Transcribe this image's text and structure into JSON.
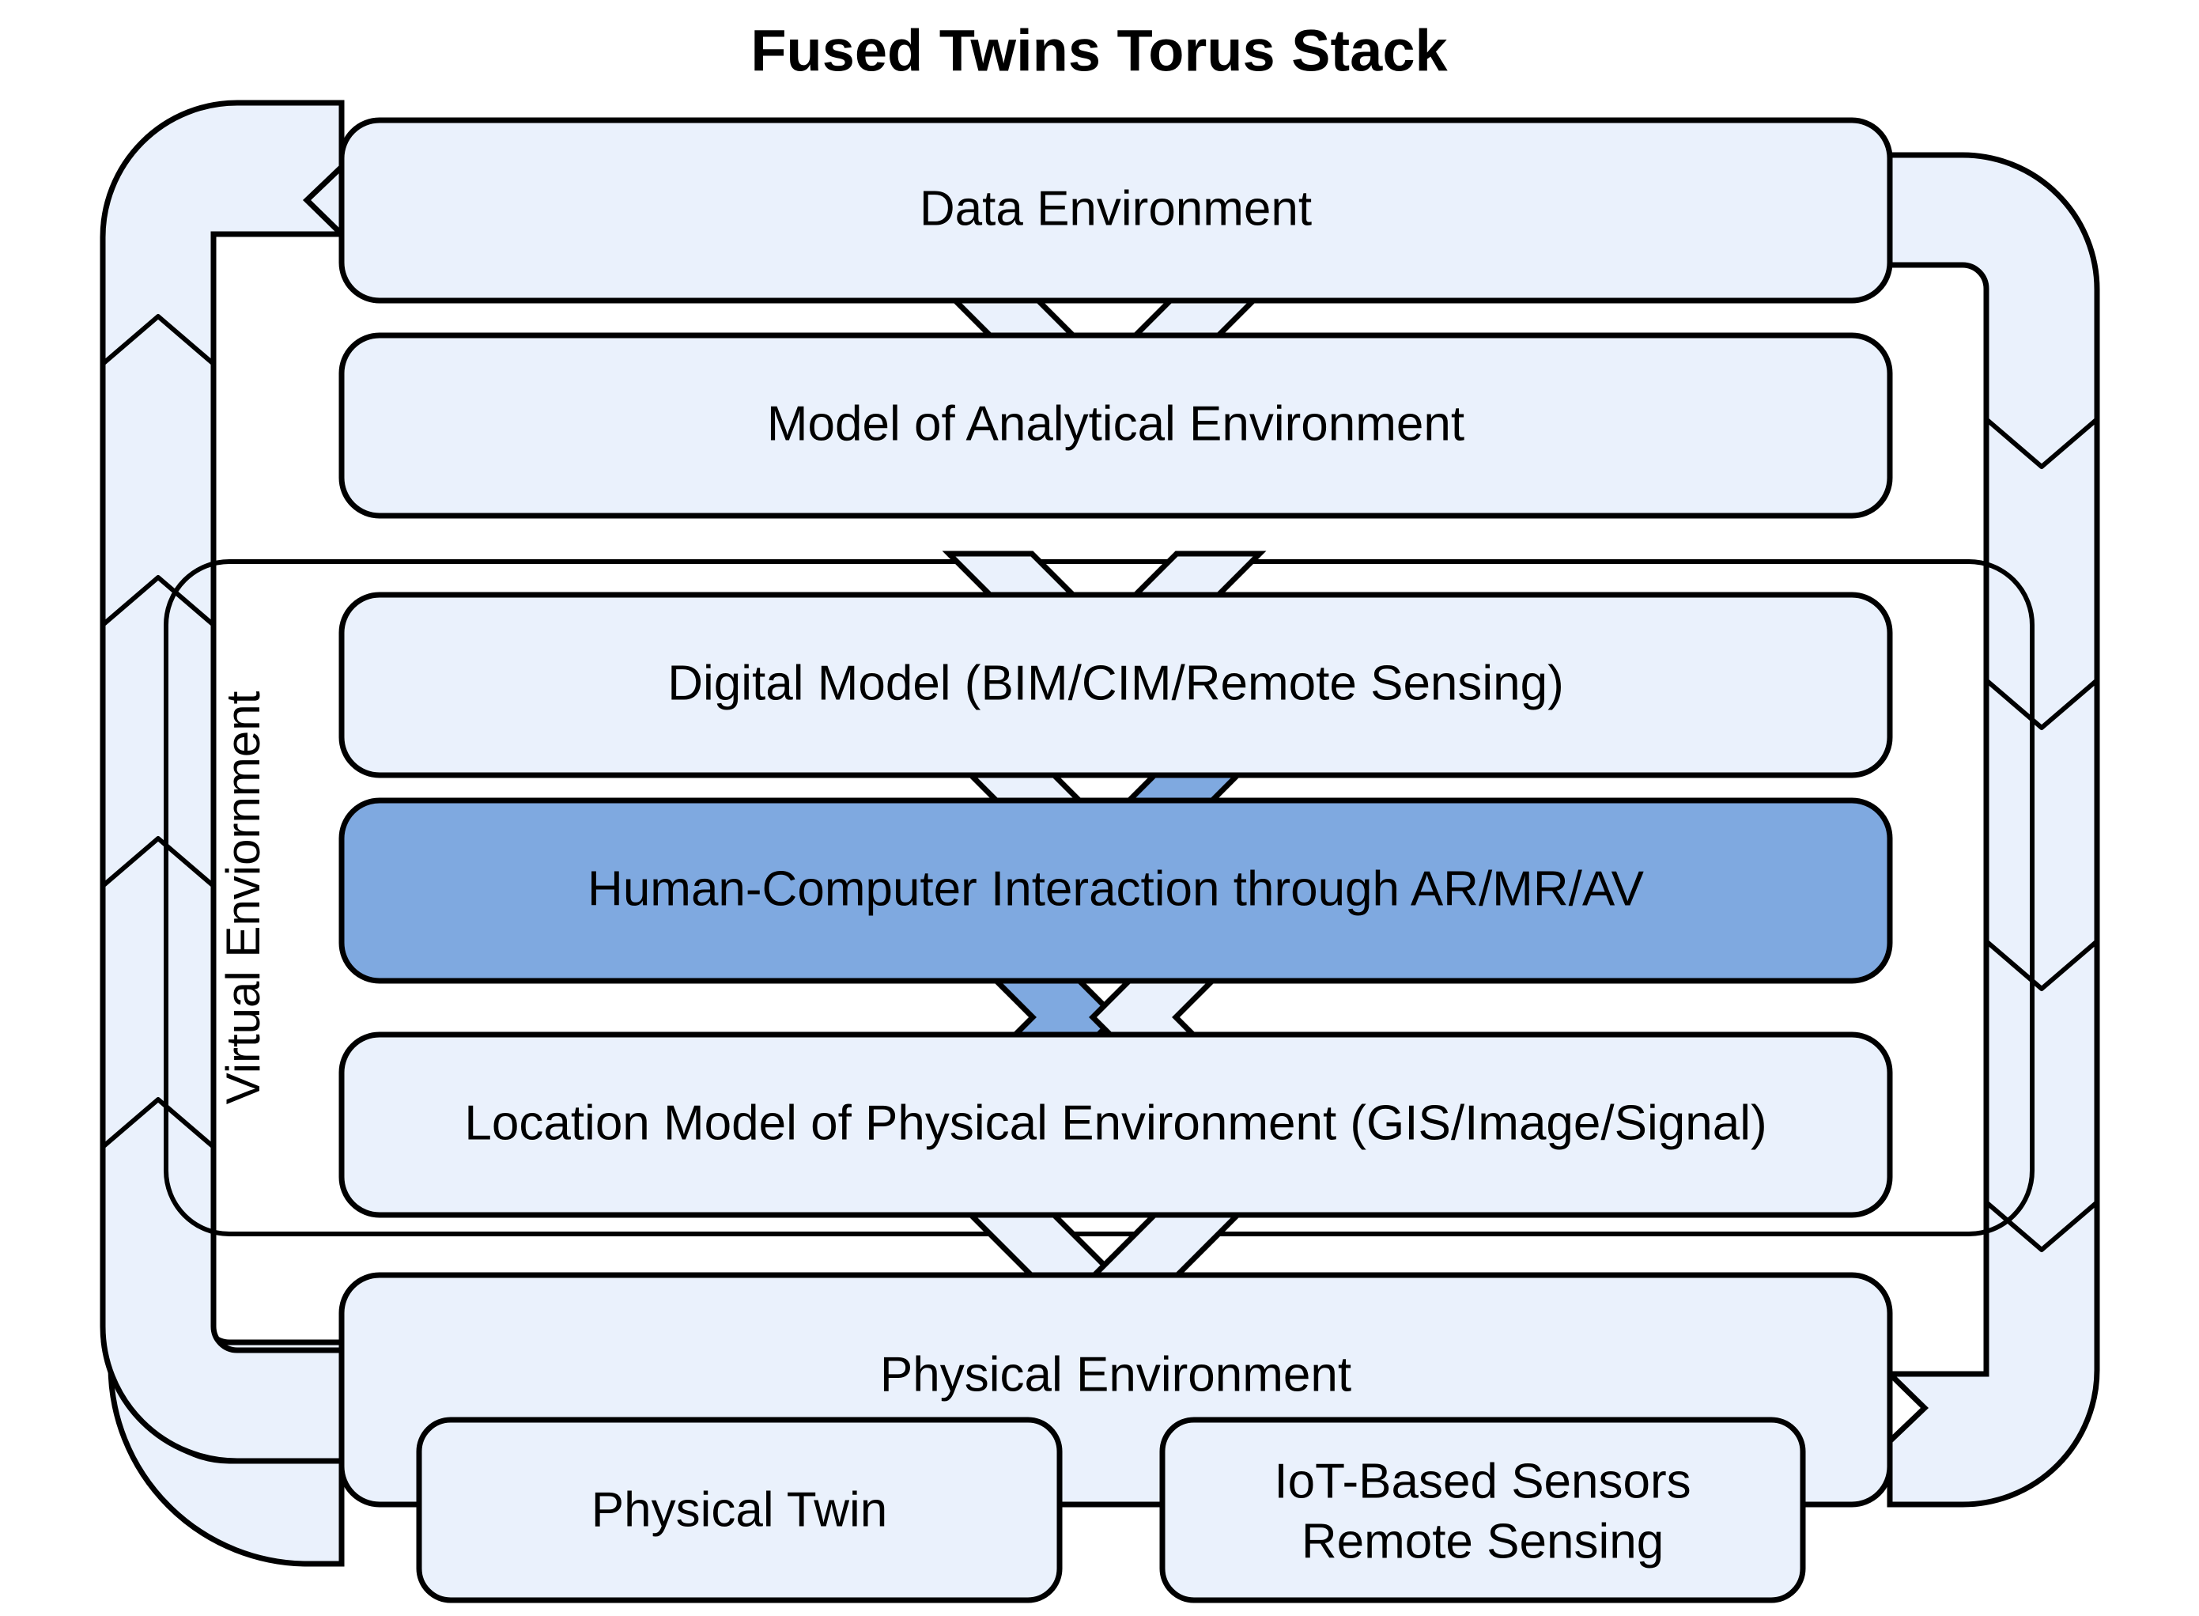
{
  "title": "Fused Twins Torus Stack",
  "colors": {
    "box_fill_light": "#EAF1FC",
    "box_fill_highlight": "#7FA9E0",
    "stroke": "#000000",
    "background": "#FFFFFF",
    "text": "#000000"
  },
  "stack": {
    "layers": [
      {
        "id": "data-environment",
        "label": "Data Environment",
        "highlight": false
      },
      {
        "id": "model-analytical-environment",
        "label": "Model of Analytical Environment",
        "highlight": false
      },
      {
        "id": "digital-model",
        "label": "Digital Model (BIM/CIM/Remote Sensing)",
        "highlight": false
      },
      {
        "id": "human-computer-interaction",
        "label": "Human-Computer Interaction through AR/MR/AV",
        "highlight": true
      },
      {
        "id": "location-model",
        "label": "Location Model of Physical Environment (GIS/Image/Signal)",
        "highlight": false
      },
      {
        "id": "physical-environment",
        "label": "Physical Environment",
        "highlight": false
      }
    ]
  },
  "groups": {
    "virtual_environment_label": "Virtual Enviornment"
  },
  "sub_boxes": [
    {
      "id": "physical-twin",
      "label": "Physical Twin"
    },
    {
      "id": "iot-sensors",
      "label_line1": "IoT-Based Sensors",
      "label_line2": "Remote Sensing"
    }
  ],
  "loops": {
    "left": {
      "name": "left-feedback-loop",
      "direction": "upward",
      "from": "physical-environment",
      "to": "data-environment",
      "chevron_count": 4
    },
    "right": {
      "name": "right-feedback-loop",
      "direction": "downward",
      "from": "data-environment",
      "to": "physical-environment",
      "chevron_count": 4
    }
  }
}
